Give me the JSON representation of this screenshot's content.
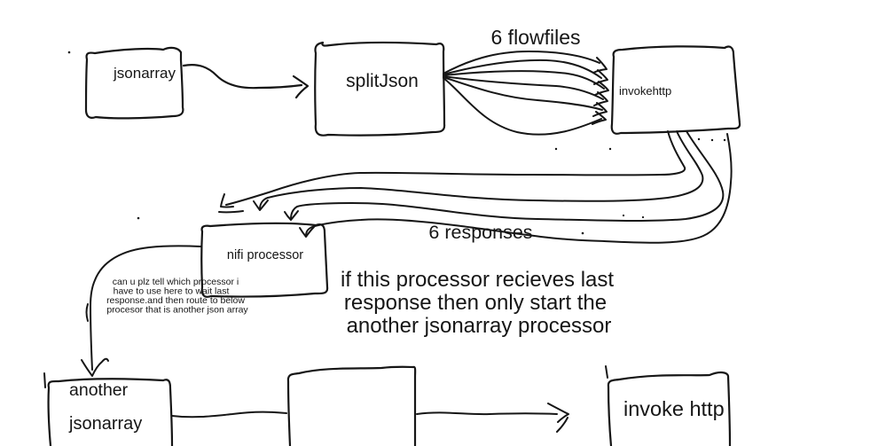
{
  "colors": {
    "background": "#ffffff",
    "ink": "#161616"
  },
  "nodes": {
    "jsonarray": {
      "label": "jsonarray"
    },
    "splitjson": {
      "label": "splitJson"
    },
    "invokehttp_top": {
      "label": "invokehttp"
    },
    "nifi_processor": {
      "label": "nifi processor"
    },
    "another_jsonarray": {
      "line1": "another",
      "line2": "jsonarray"
    },
    "unlabeled_box": {
      "label": ""
    },
    "invoke_http_bottom": {
      "label": "invoke http"
    }
  },
  "edge_labels": {
    "flowfiles": "6 flowfiles",
    "responses": "6 responses"
  },
  "annotations": {
    "question": {
      "line1": "can u plz tell which  processor i",
      "line2": "have to use here to wait last",
      "line3": "response.and then route to below",
      "line4": "procesor that is another json array"
    },
    "instruction": {
      "line1": "if this processor  recieves last",
      "line2": "response then only start the",
      "line3": "another jsonarray processor"
    }
  }
}
